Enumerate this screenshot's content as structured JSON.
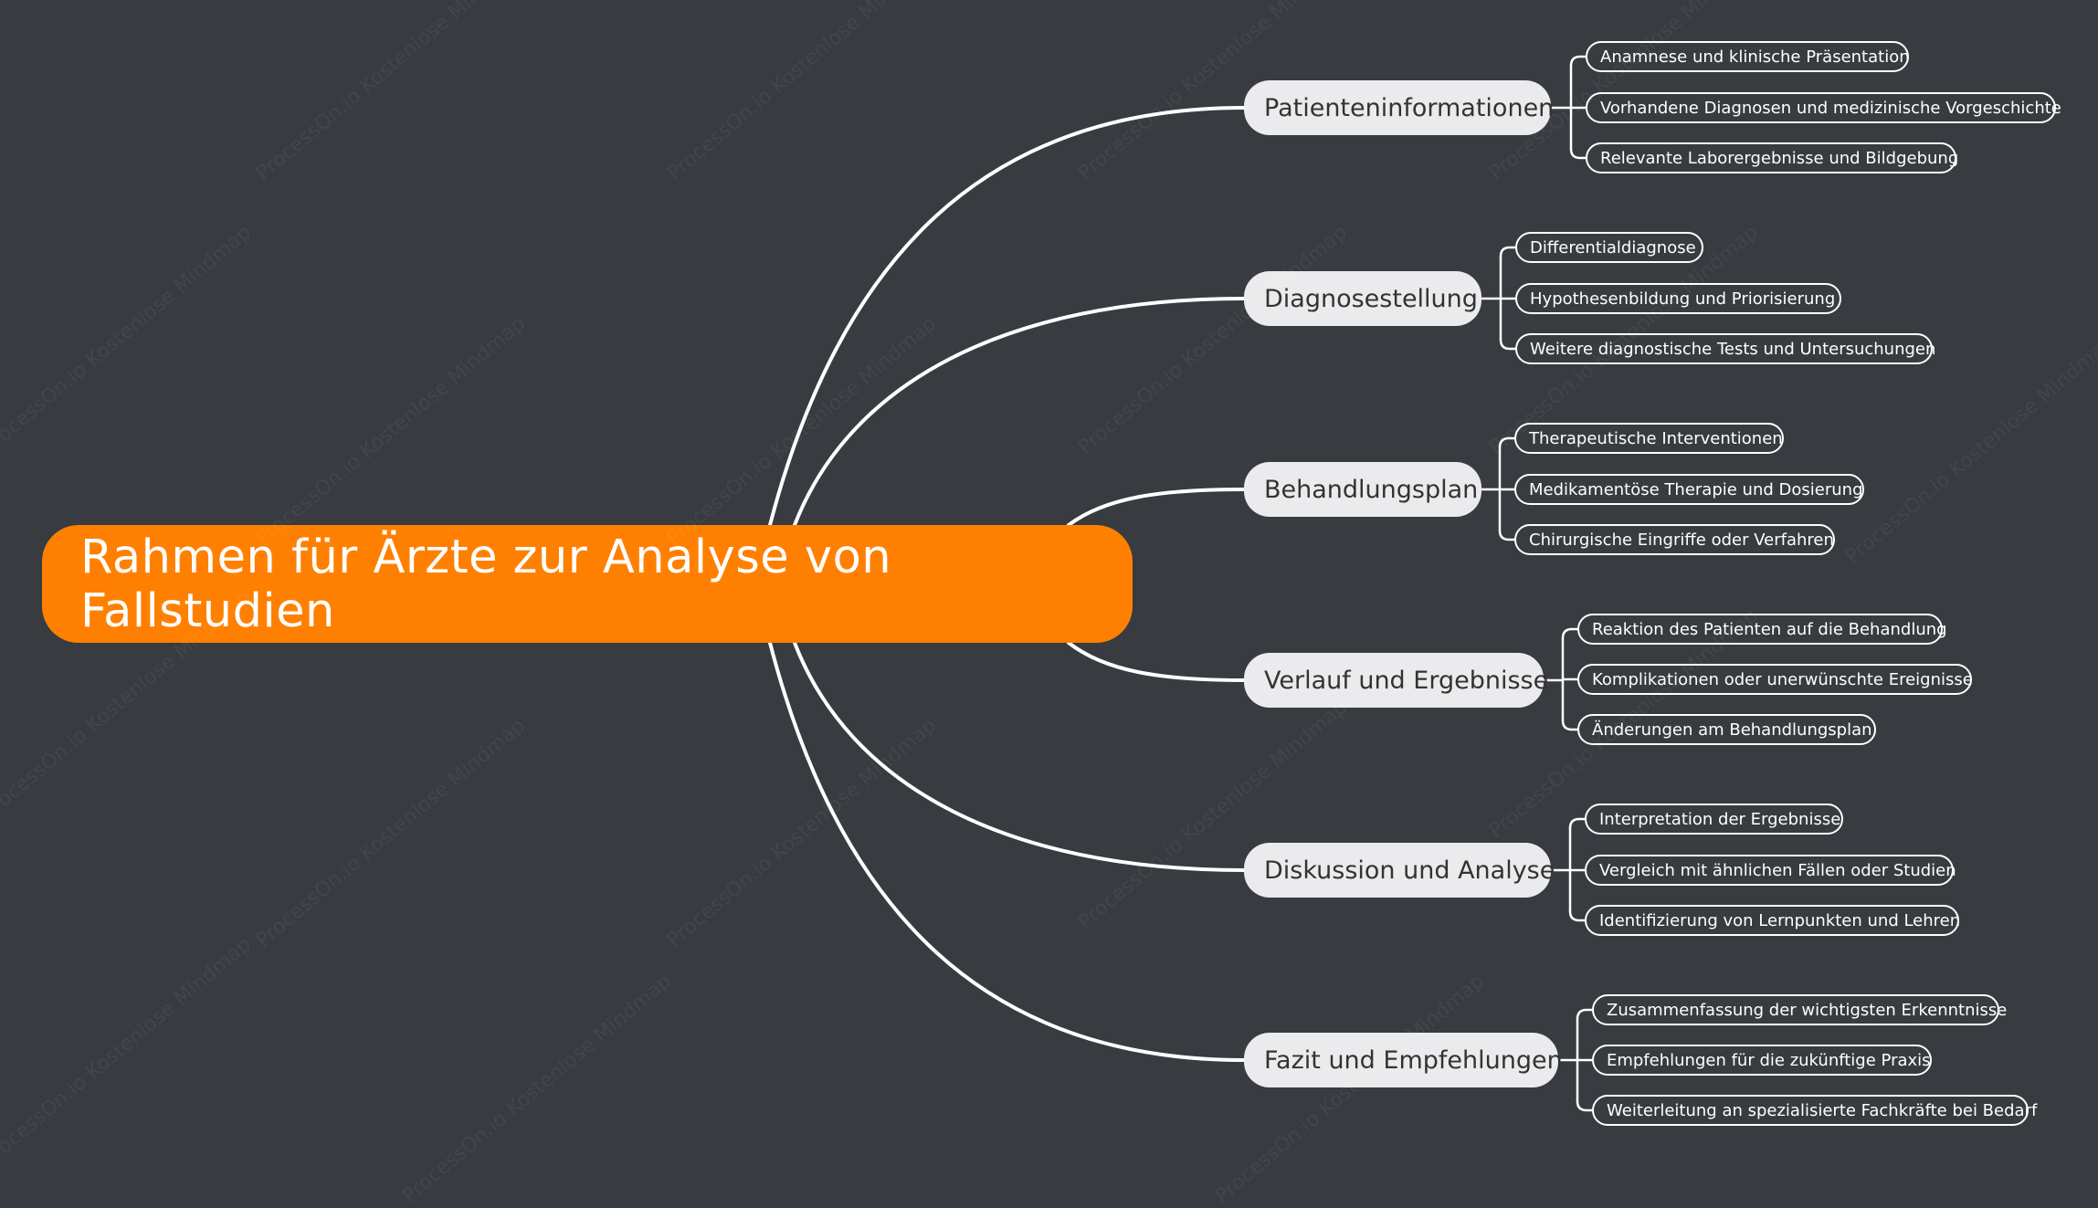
{
  "root": {
    "label": "Rahmen für Ärzte zur Analyse von Fallstudien"
  },
  "branches": [
    {
      "label": "Patienteninformationen",
      "children": [
        "Anamnese und klinische Präsentation",
        "Vorhandene Diagnosen und medizinische Vorgeschichte",
        "Relevante Laborergebnisse und Bildgebung"
      ]
    },
    {
      "label": "Diagnosestellung",
      "children": [
        "Differentialdiagnose",
        "Hypothesenbildung und Priorisierung",
        "Weitere diagnostische Tests und Untersuchungen"
      ]
    },
    {
      "label": "Behandlungsplan",
      "children": [
        "Therapeutische Interventionen",
        "Medikamentöse Therapie und Dosierung",
        "Chirurgische Eingriffe oder Verfahren"
      ]
    },
    {
      "label": "Verlauf und Ergebnisse",
      "children": [
        "Reaktion des Patienten auf die Behandlung",
        "Komplikationen oder unerwünschte Ereignisse",
        "Änderungen am Behandlungsplan"
      ]
    },
    {
      "label": "Diskussion und Analyse",
      "children": [
        "Interpretation der Ergebnisse",
        "Vergleich mit ähnlichen Fällen oder Studien",
        "Identifizierung von Lernpunkten und Lehren"
      ]
    },
    {
      "label": "Fazit und Empfehlungen",
      "children": [
        "Zusammenfassung der wichtigsten Erkenntnisse",
        "Empfehlungen für die zukünftige Praxis",
        "Weiterleitung an spezialisierte Fachkräfte bei Bedarf"
      ]
    }
  ],
  "watermark": "ProcessOn.io Kostenlose Mindmap",
  "colors": {
    "background": "#383b40",
    "root": "#ff8000",
    "branch": "#ebebed",
    "line": "#ffffff"
  }
}
